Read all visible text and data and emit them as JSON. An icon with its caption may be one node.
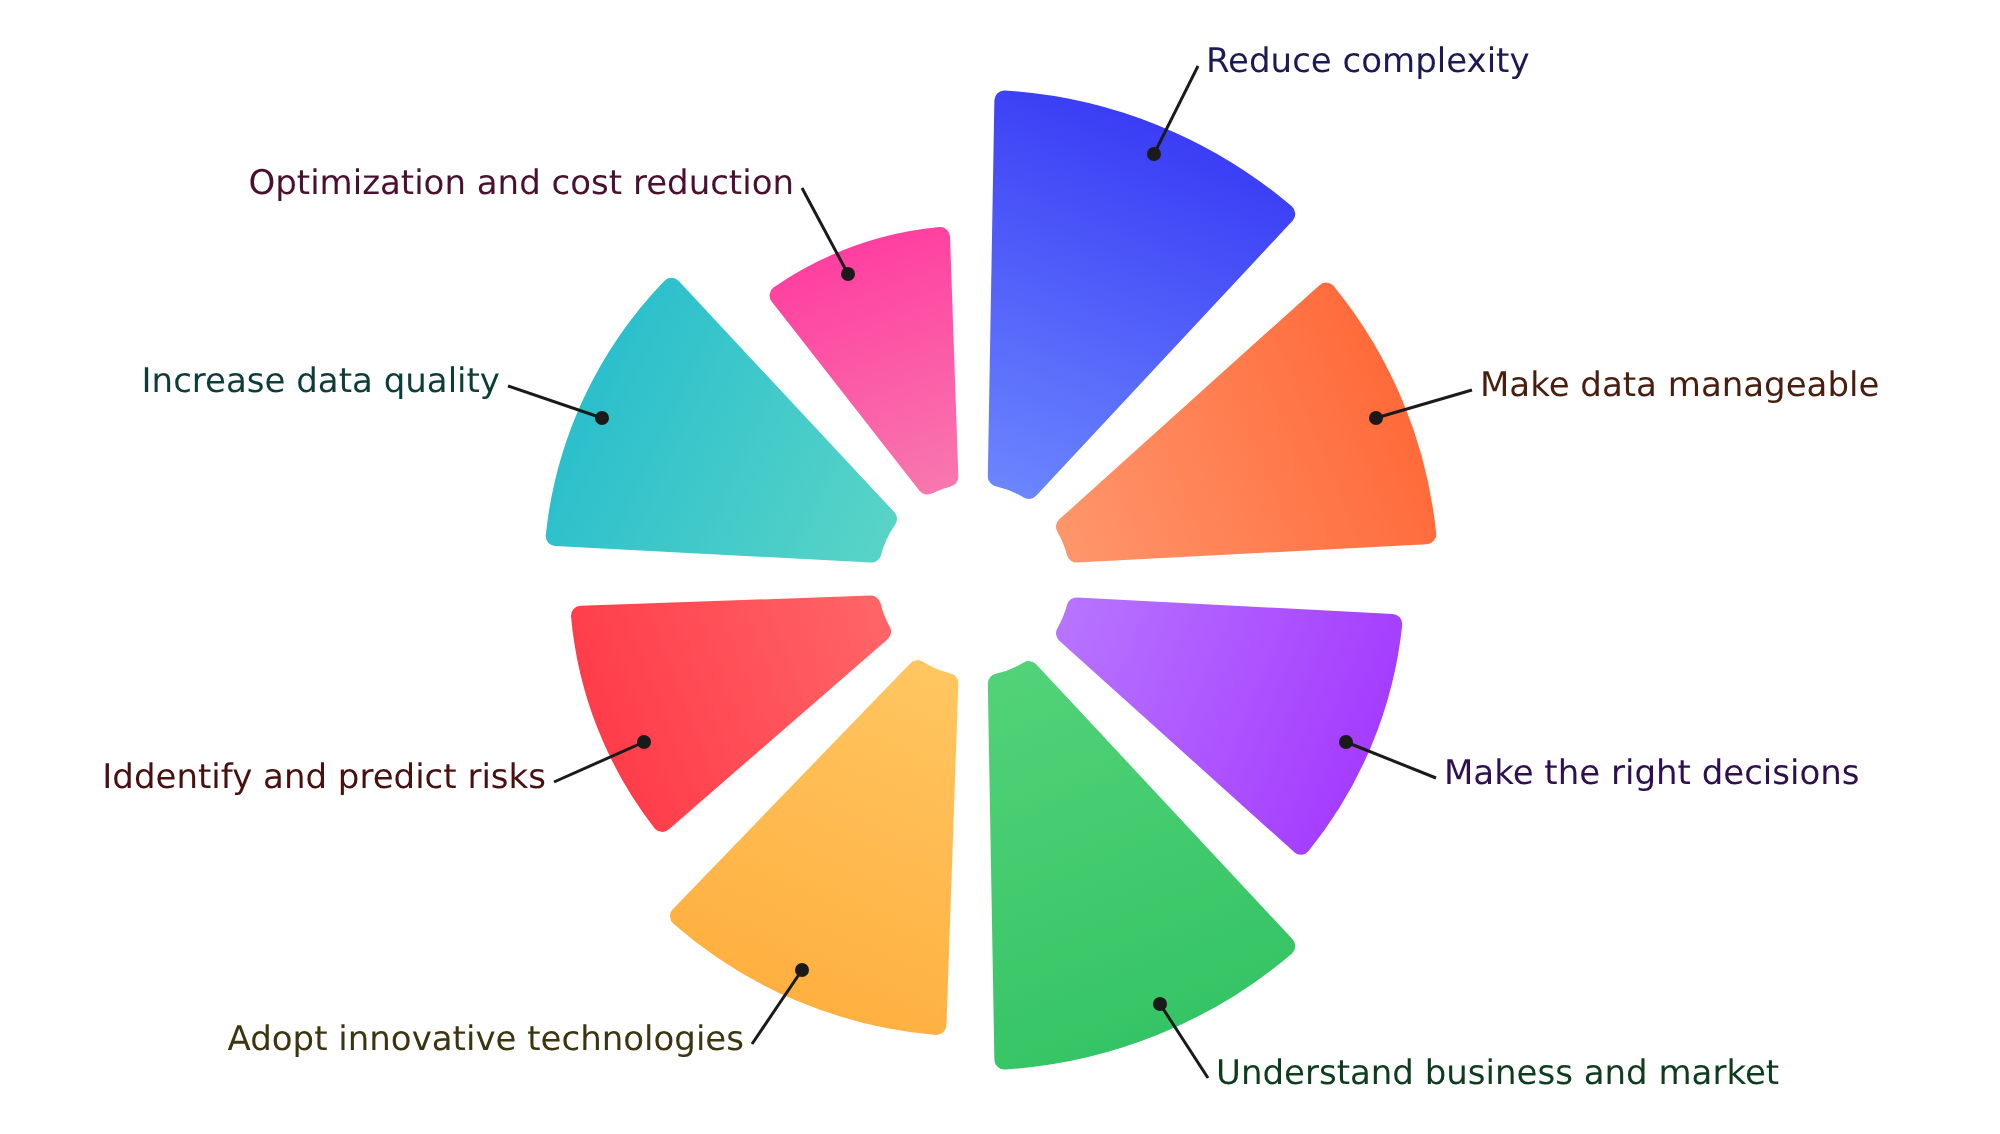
{
  "diagram": {
    "nodes": [
      {
        "text": [
          "Reduce complexity"
        ]
      },
      {
        "text": [
          "Optimization and cost reduction"
        ]
      },
      {
        "text": [
          "Make data manageable"
        ]
      },
      {
        "text": [
          "Increase data quality"
        ]
      },
      {
        "text": [
          "Make the right decisions"
        ]
      },
      {
        "text": [
          "Iddentify and predict risks"
        ]
      },
      {
        "text": [
          "Adopt innovative technologies"
        ]
      },
      {
        "text": [
          "Understand business and market"
        ]
      },
      {
        "text": [],
        "shape": "wedge"
      },
      {
        "text": [],
        "shape": "wedge"
      },
      {
        "text": [],
        "shape": "wedge"
      },
      {
        "text": [],
        "shape": "wedge"
      },
      {
        "text": [],
        "shape": "wedge"
      },
      {
        "text": [],
        "shape": "wedge"
      },
      {
        "text": [],
        "shape": "wedge"
      },
      {
        "text": [],
        "shape": "wedge"
      }
    ],
    "edges": [
      {
        "from": 0,
        "to": 8,
        "arrow": "other"
      },
      {
        "from": 1,
        "to": 9,
        "arrow": "other"
      },
      {
        "from": 2,
        "to": 10,
        "arrow": "other"
      },
      {
        "from": 3,
        "to": 11,
        "arrow": "other"
      },
      {
        "from": 4,
        "to": 12,
        "arrow": "other"
      },
      {
        "from": 5,
        "to": 13,
        "arrow": "other"
      },
      {
        "from": 6,
        "to": 14,
        "arrow": "other"
      },
      {
        "from": 7,
        "to": 15,
        "arrow": "other"
      }
    ]
  }
}
